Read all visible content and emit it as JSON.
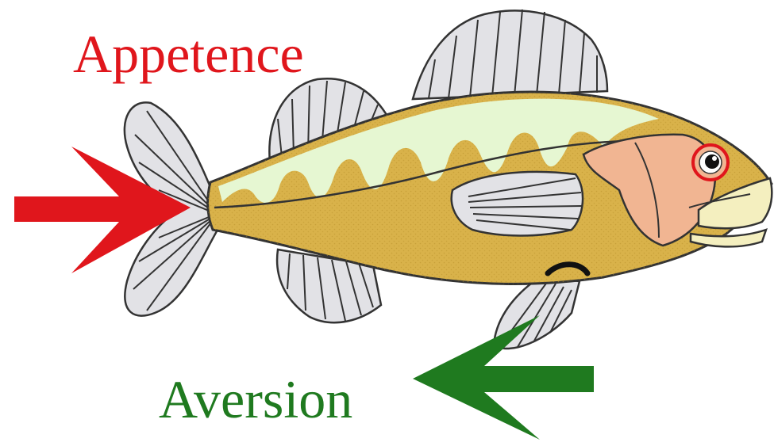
{
  "labels": {
    "appetence": "Appetence",
    "aversion": "Aversion"
  },
  "colors": {
    "appetence": "#e0161c",
    "aversion": "#1f7a1f",
    "body": "#d9b24a",
    "belly_light": "#f4efbf",
    "pale_green": "#e6f7d2",
    "fin": "#e2e2e6",
    "gill": "#f1b592"
  },
  "icons": {
    "fish": "perch-fish-illustration",
    "appetence_arrow": "arrow-right",
    "aversion_arrow": "arrow-left"
  }
}
